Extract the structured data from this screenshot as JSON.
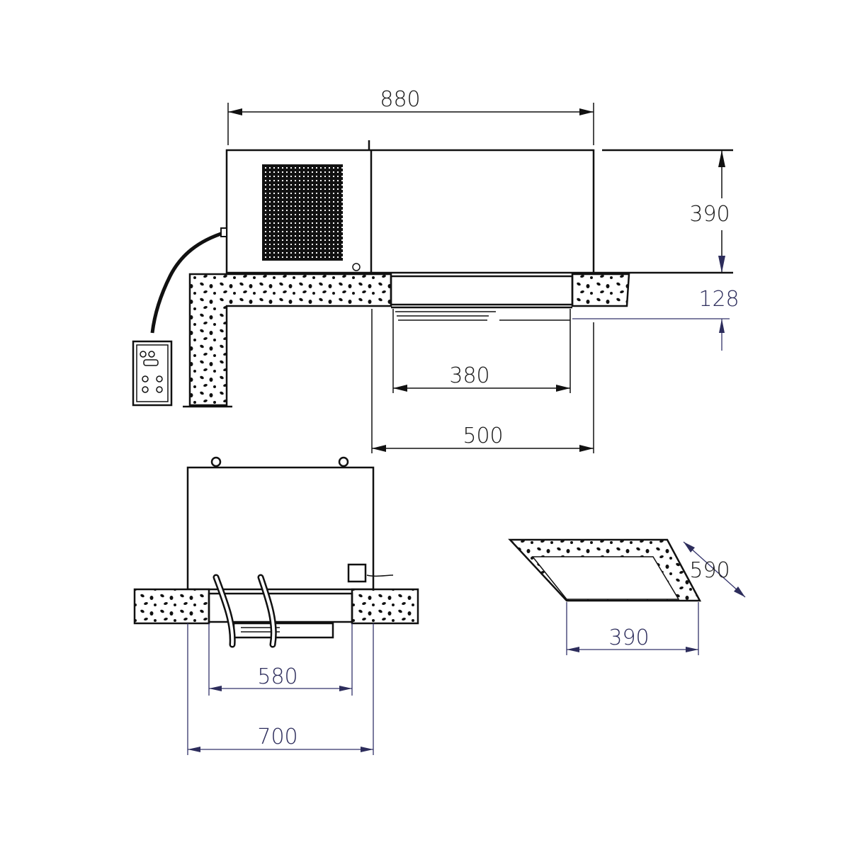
{
  "drawing": {
    "top_view": {
      "width": "880",
      "height": "390",
      "ceiling": "128",
      "evap_width": "380",
      "depth": "500"
    },
    "front_view": {
      "inner_width": "580",
      "outer_width": "700"
    },
    "ceiling_cutout": {
      "length": "590",
      "width": "390"
    }
  },
  "colors": {
    "line": "#111111",
    "dimension_secondary": "#33336a"
  }
}
